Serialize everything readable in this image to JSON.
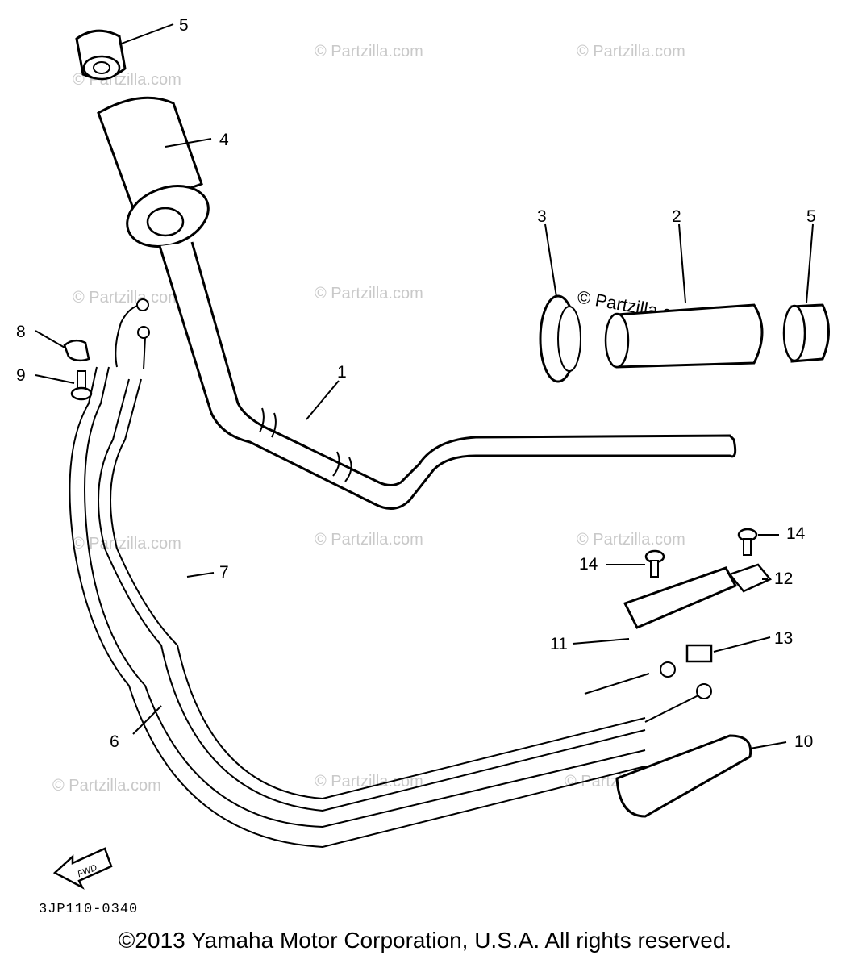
{
  "watermark": "© Partzilla.com",
  "callouts": {
    "c1": "1",
    "c2": "2",
    "c3": "3",
    "c4": "4",
    "c5a": "5",
    "c5b": "5",
    "c6": "6",
    "c7": "7",
    "c8": "8",
    "c9": "9",
    "c10": "10",
    "c11": "11",
    "c12": "12",
    "c13": "13",
    "c14a": "14",
    "c14b": "14"
  },
  "fwd_label": "FWD",
  "diagram_code": "3JP110-0340",
  "copyright": "©2013 Yamaha Motor Corporation, U.S.A. All rights reserved."
}
